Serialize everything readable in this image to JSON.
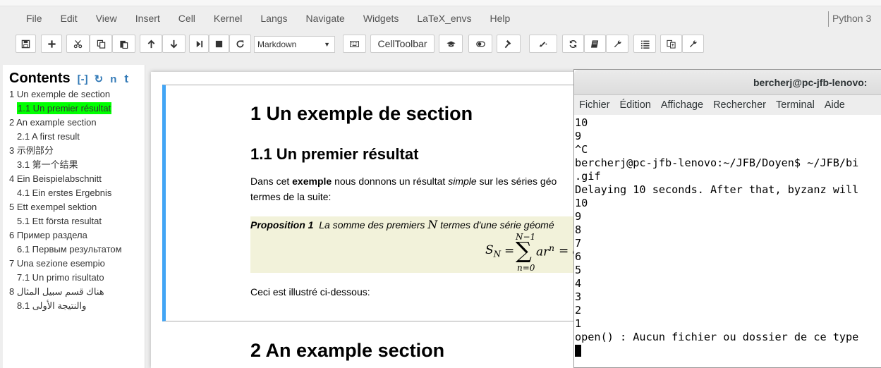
{
  "menubar": {
    "items": [
      "File",
      "Edit",
      "View",
      "Insert",
      "Cell",
      "Kernel",
      "Langs",
      "Navigate",
      "Widgets",
      "LaTeX_envs",
      "Help"
    ],
    "kernel": "Python 3"
  },
  "toolbar": {
    "cell_type": "Markdown",
    "celltoolbar_label": "CellToolbar"
  },
  "toc": {
    "title": "Contents",
    "controls": [
      "[-]",
      "↻",
      "n",
      "t"
    ],
    "items": [
      {
        "label": "1  Un exemple de section",
        "level": 1
      },
      {
        "label": "1.1  Un premier résultat",
        "level": 2,
        "active": true
      },
      {
        "label": "2  An example section",
        "level": 1
      },
      {
        "label": "2.1  A first result",
        "level": 2
      },
      {
        "label": "3  示例部分",
        "level": 1
      },
      {
        "label": "3.1  第一个结果",
        "level": 2
      },
      {
        "label": "4  Ein Beispielabschnitt",
        "level": 1
      },
      {
        "label": "4.1  Ein erstes Ergebnis",
        "level": 2
      },
      {
        "label": "5  Ett exempel sektion",
        "level": 1
      },
      {
        "label": "5.1  Ett första resultat",
        "level": 2
      },
      {
        "label": "6  Пример раздела",
        "level": 1
      },
      {
        "label": "6.1  Первым результатом",
        "level": 2
      },
      {
        "label": "7  Una sezione esempio",
        "level": 1
      },
      {
        "label": "7.1  Un primo risultato",
        "level": 2
      },
      {
        "label": "8  هناك قسم سبيل المثال",
        "level": 1
      },
      {
        "label": "8.1  والنتيجة الأولى",
        "level": 2
      }
    ]
  },
  "notebook": {
    "h1": "1  Un exemple de section",
    "h2": "1.1  Un premier résultat",
    "para1_pre": "Dans cet ",
    "para1_bold": "exemple",
    "para1_mid": " nous donnons un résultat ",
    "para1_italic": "simple",
    "para1_post": " sur les séries géo",
    "para1_line2": "termes de la suite:",
    "prop_label": "Proposition 1",
    "prop_text_pre": "La somme des premiers ",
    "prop_N": "N",
    "prop_text_post": " termes d'une série géomé",
    "math_lhs": "S",
    "math_lhs_sub": "N",
    "math_eq": "=",
    "math_sum_top": "N−1",
    "math_sum_bottom": "n=0",
    "math_sum_sym": "∑",
    "math_term": "ar",
    "math_term_sup": "n",
    "math_eq2": "= a",
    "para2": "Ceci est illustré ci-dessous:",
    "h1_next": "2  An example section"
  },
  "terminal": {
    "title": "bercherj@pc-jfb-lenovo:",
    "menu": [
      "Fichier",
      "Édition",
      "Affichage",
      "Rechercher",
      "Terminal",
      "Aide"
    ],
    "lines": [
      "10",
      "9",
      "^C",
      "bercherj@pc-jfb-lenovo:~/JFB/Doyen$ ~/JFB/bi",
      ".gif",
      "Delaying 10 seconds. After that, byzanz will",
      "10",
      "9",
      "8",
      "7",
      "6",
      "5",
      "4",
      "3",
      "2",
      "1",
      "open() : Aucun fichier ou dossier de ce type"
    ]
  }
}
